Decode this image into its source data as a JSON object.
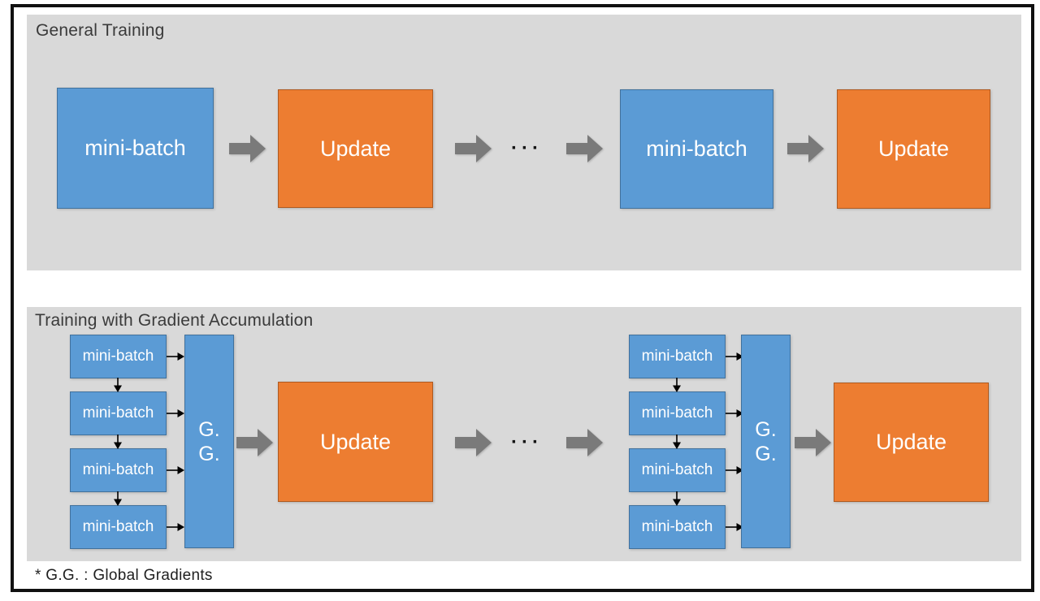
{
  "colors": {
    "panel_bg": "#d9d9d9",
    "blue_fill": "#5b9bd5",
    "blue_border": "#41719c",
    "orange_fill": "#ed7d31",
    "orange_border": "#ae5a21",
    "arrow_gray": "#7a7a7a",
    "frame_black": "#111111",
    "text_dark": "#3a3a3a"
  },
  "top_panel": {
    "title": "General Training",
    "minibatch_left": "mini-batch",
    "update_left": "Update",
    "ellipsis": "···",
    "minibatch_right": "mini-batch",
    "update_right": "Update"
  },
  "bottom_panel": {
    "title": "Training with Gradient Accumulation",
    "left_stack": [
      "mini-batch",
      "mini-batch",
      "mini-batch",
      "mini-batch"
    ],
    "right_stack": [
      "mini-batch",
      "mini-batch",
      "mini-batch",
      "mini-batch"
    ],
    "gg_left_line1": "G.",
    "gg_left_line2": "G.",
    "gg_right_line1": "G.",
    "gg_right_line2": "G.",
    "update_left": "Update",
    "ellipsis": "···",
    "update_right": "Update"
  },
  "footnote": {
    "text": "* G.G. : Global Gradients"
  }
}
